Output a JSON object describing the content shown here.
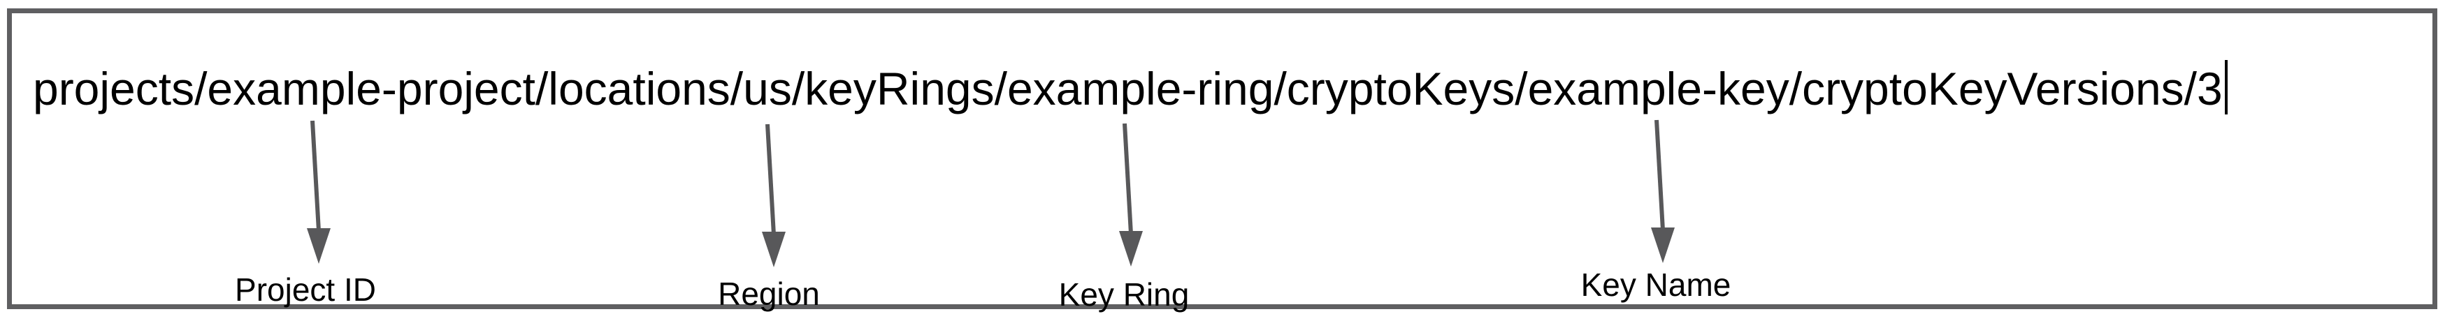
{
  "diagram": {
    "resource_path": "projects/example-project/locations/us/keyRings/example-ring/cryptoKeys/example-key/cryptoKeyVersions/3",
    "annotations": [
      {
        "label": "Project ID",
        "points_to": "example-project"
      },
      {
        "label": "Region",
        "points_to": "us"
      },
      {
        "label": "Key Ring",
        "points_to": "example-ring"
      },
      {
        "label": "Key Name",
        "points_to": "example-key"
      }
    ],
    "colors": {
      "text": "#000000",
      "arrow": "#58585a",
      "border": "#5f5f61",
      "background": "#ffffff"
    }
  }
}
